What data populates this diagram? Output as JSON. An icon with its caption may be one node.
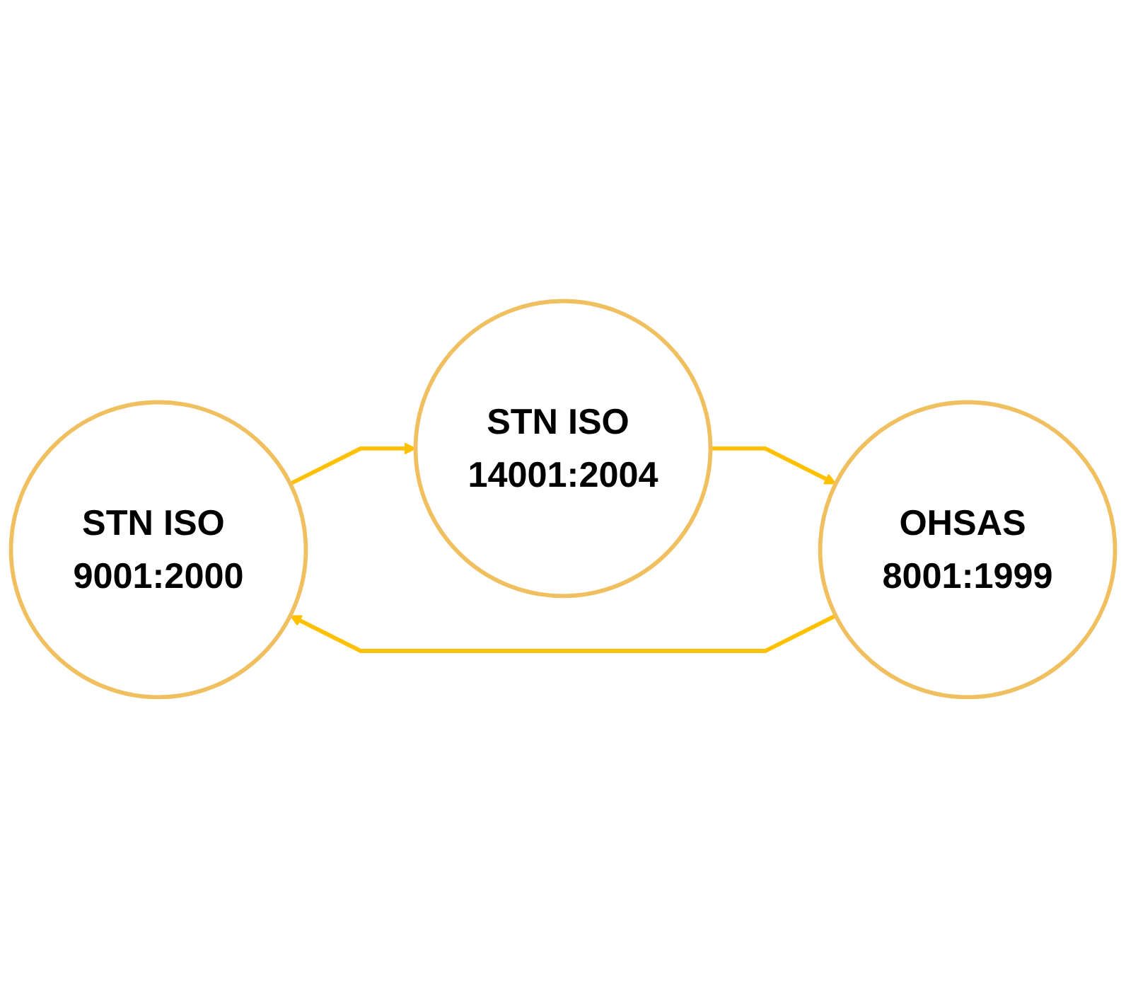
{
  "diagram": {
    "nodes": [
      {
        "text": [
          "STN ISO 9001:2000"
        ]
      },
      {
        "text": [
          "STN ISO 14001:2004"
        ]
      },
      {
        "text": [
          "OHSAS 8001:1999"
        ]
      }
    ],
    "edges": [
      {
        "from": 0,
        "to": 1,
        "arrow": "to"
      },
      {
        "from": 1,
        "to": 2,
        "arrow": "to"
      },
      {
        "from": 2,
        "to": 0,
        "arrow": "to"
      }
    ]
  }
}
